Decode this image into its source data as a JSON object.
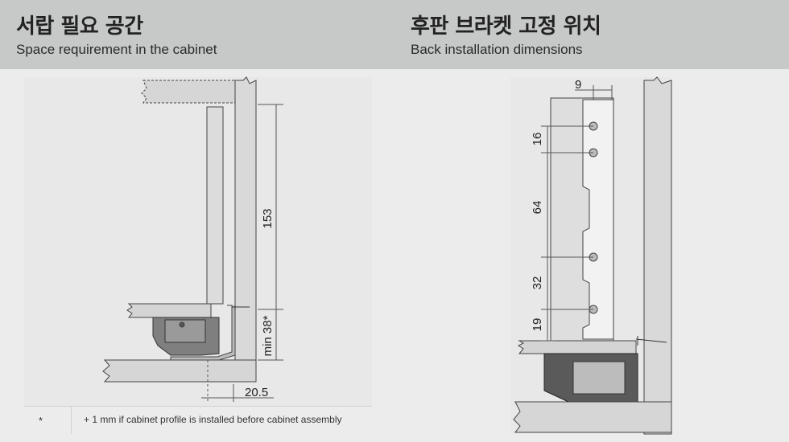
{
  "left": {
    "title": "서랍 필요 공간",
    "subtitle": "Space requirement in the cabinet",
    "dimensions": {
      "height": "153",
      "min_height": "min 38*",
      "offset": "20.5"
    },
    "footnote": {
      "marker": "*",
      "text": "+ 1 mm if cabinet profile is installed before cabinet assembly"
    }
  },
  "right": {
    "title": "후판 브라켓 고정 위치",
    "subtitle": "Back installation dimensions",
    "dimensions": {
      "top_offset": "9",
      "d1": "16",
      "d2": "64",
      "d3": "32",
      "d4": "19"
    }
  },
  "colors": {
    "header": "#c7c9c8",
    "background": "#ececec",
    "part": "#d6d6d6",
    "line": "#444444"
  }
}
